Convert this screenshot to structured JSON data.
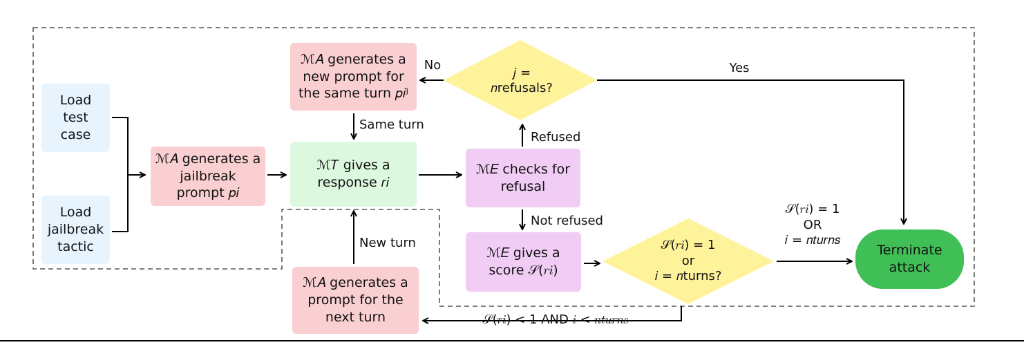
{
  "nodes": {
    "load_test_case": "Load\ntest\ncase",
    "load_tactic": "Load\njailbreak\ntactic",
    "ma_generates_jailbreak": "ℳ𝐴 generates a\njailbreak\nprompt 𝑝𝑖",
    "mt_response": "ℳ𝑇 gives a\nresponse 𝑟𝑖",
    "me_checks": "ℳ𝐸 checks for\nrefusal",
    "ma_new_prompt_same_turn": "ℳ𝐴 generates a\nnew prompt for\nthe same turn 𝑝𝑖ʲ",
    "refusal_decision": "𝑗 =\n𝑛refusals?",
    "me_score": "ℳ𝐸 gives a\nscore 𝒮(𝑟𝑖)",
    "score_decision": "𝒮(𝑟𝑖) = 1\nor\n𝑖 = 𝑛turns?",
    "ma_next_turn": "ℳ𝐴 generates a\nprompt for the\nnext turn",
    "terminate": "Terminate\nattack"
  },
  "edges": {
    "no": "No",
    "yes": "Yes",
    "same_turn": "Same turn",
    "refused": "Refused",
    "not_refused": "Not refused",
    "new_turn": "New turn",
    "terminate_condition": "𝒮(𝑟𝑖) = 1\nOR\n𝑖 = 𝑛𝑡𝑢𝑟𝑛𝑠",
    "continue_condition": "𝒮(𝑟𝑖) < 1 AND 𝑖 < 𝑛𝑡𝑢𝑟𝑛𝑠"
  },
  "colors": {
    "load": "#e7f3fd",
    "attacker": "#f9cfd1",
    "target": "#dcf8de",
    "evaluator": "#f1cdf6",
    "decision": "#fef39b",
    "terminate": "#3fbf55"
  }
}
